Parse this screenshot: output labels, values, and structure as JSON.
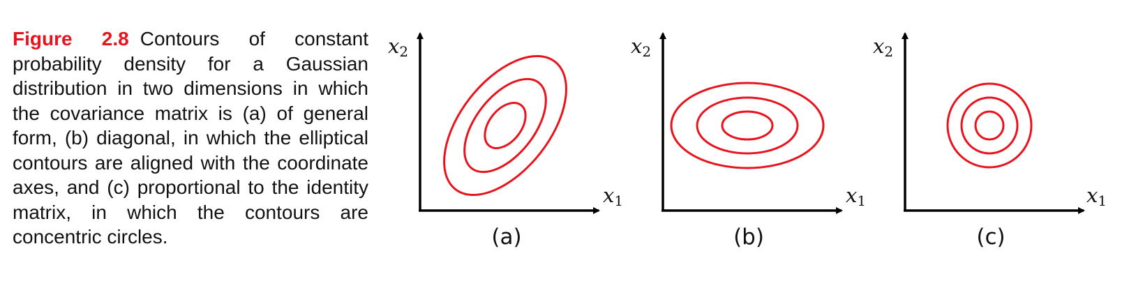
{
  "caption": {
    "label": "Figure 2.8",
    "text": "Contours of constant probability density for a Gaussian distribution in two dimensions in which the covariance matrix is (a) of general form, (b) diagonal, in which the elliptical contours are aligned with the coordinate axes, and (c) proportional to the identity matrix, in which the contours are concentric circles."
  },
  "axes": {
    "x_var": "x",
    "x_sub": "1",
    "y_var": "x",
    "y_sub": "2"
  },
  "panels": [
    {
      "label": "(a)",
      "kind": "general"
    },
    {
      "label": "(b)",
      "kind": "diagonal"
    },
    {
      "label": "(c)",
      "kind": "isotropic"
    }
  ],
  "colors": {
    "contour": "#e8141d",
    "axis": "#000000",
    "label_accent": "#e8141d"
  }
}
